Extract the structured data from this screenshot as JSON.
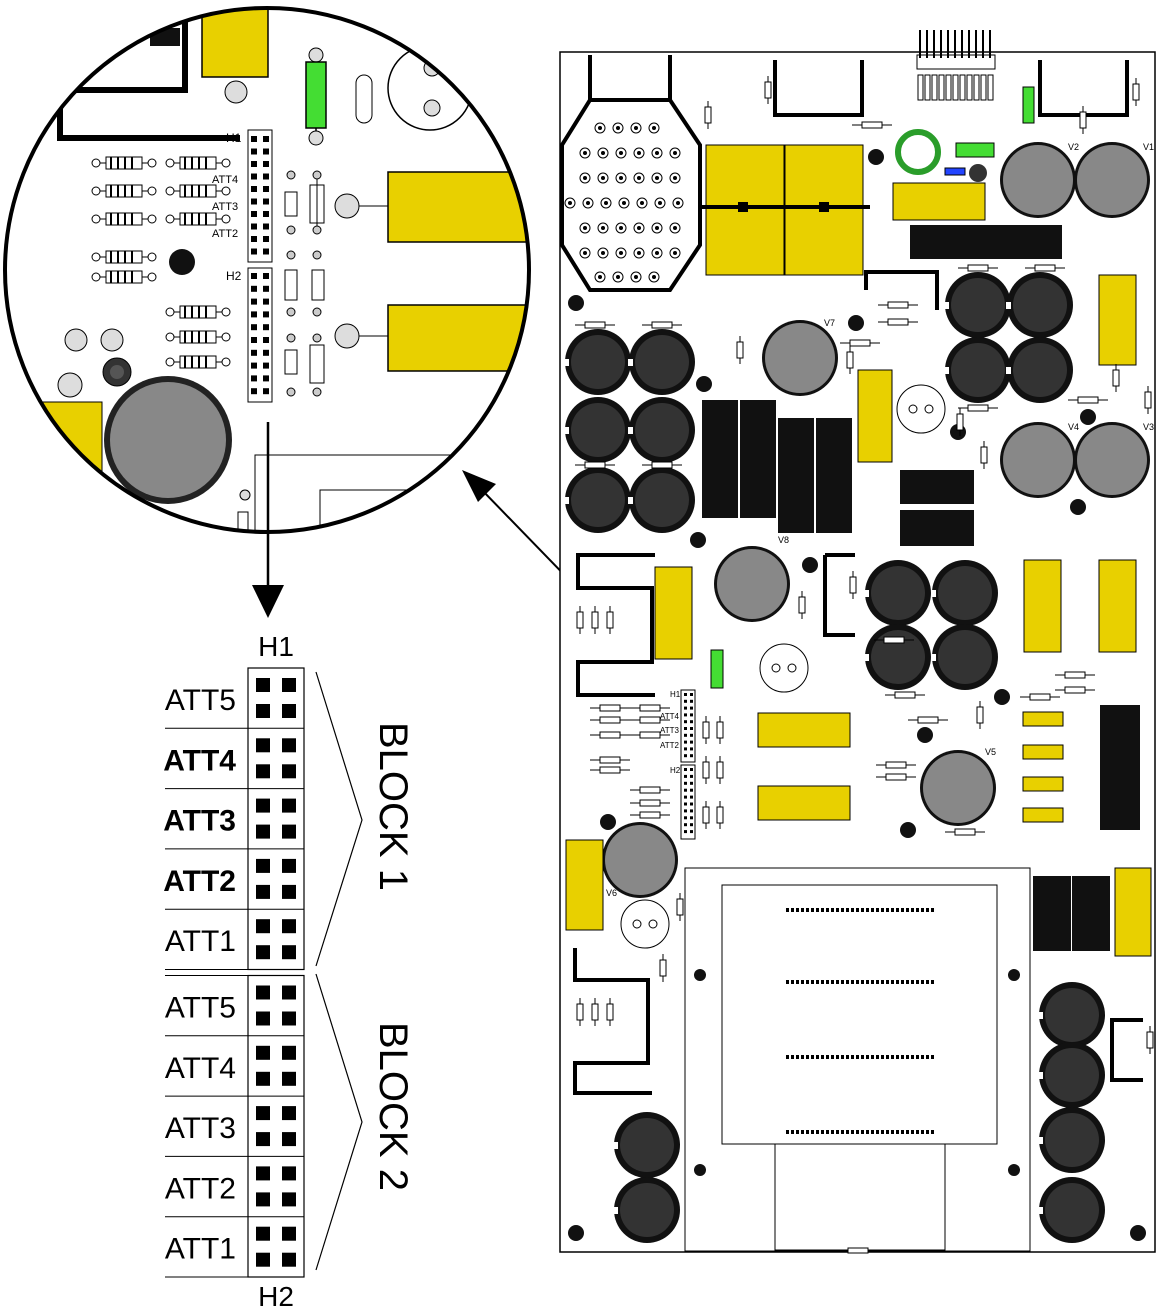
{
  "magnifier": {
    "header_top_label": "H1",
    "header_bottom_label": "H2",
    "att_labels": [
      "ATT4",
      "ATT3",
      "ATT2"
    ]
  },
  "board": {
    "header_top_label": "H1",
    "header_bottom_label": "H2",
    "att_labels": [
      "ATT4",
      "ATT3",
      "ATT2"
    ],
    "valve_labels": [
      "V1",
      "V2",
      "V3",
      "V4",
      "V5",
      "V6",
      "V7",
      "V8"
    ]
  },
  "jumper_detail": {
    "header_top_label": "H1",
    "header_bottom_label": "H2",
    "block1_label": "BLOCK 1",
    "block2_label": "BLOCK 2",
    "block1_rows": [
      {
        "label": "ATT5",
        "emphasized": false
      },
      {
        "label": "ATT4",
        "emphasized": true
      },
      {
        "label": "ATT3",
        "emphasized": true
      },
      {
        "label": "ATT2",
        "emphasized": true
      },
      {
        "label": "ATT1",
        "emphasized": false
      }
    ],
    "block2_rows": [
      {
        "label": "ATT5",
        "emphasized": false
      },
      {
        "label": "ATT4",
        "emphasized": false
      },
      {
        "label": "ATT3",
        "emphasized": false
      },
      {
        "label": "ATT2",
        "emphasized": false
      },
      {
        "label": "ATT1",
        "emphasized": false
      }
    ]
  },
  "colors": {
    "capacitor_yellow": "#e8d000",
    "resistor_green": "#44dd33",
    "valve_gray": "#888888",
    "electrolytic_dark": "#333333",
    "outline_black": "#000000",
    "led_blue": "#2244ff"
  }
}
